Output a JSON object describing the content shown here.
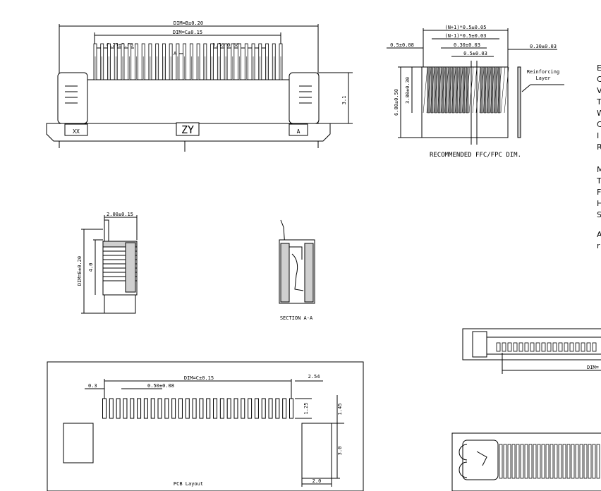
{
  "top_view": {
    "dim_b": "DIM=B±0.20",
    "dim_c": "DIM=C±0.15",
    "pitch_left": "0.20±0.03",
    "pitch_right": "0.50±0.08",
    "section_marker": "A",
    "height": "3.1",
    "label_left": "XX",
    "label_center": "ZY",
    "label_right": "A"
  },
  "ffc_dims": {
    "width_total": "(N+1)*0.5±0.05",
    "width_inner": "(N-1)*0.5±0.03",
    "left_margin": "0.5±0.08",
    "contact_w": "0.30±0.03",
    "pitch": "0.5±0.03",
    "right_margin": "0.30±0.03",
    "length": "6.00±0.50",
    "contact_len": "3.00±0.30",
    "reinforcing": "Reinforcing",
    "layer": "Layer",
    "caption": "RECOMMENDED FFC/FPC DIM."
  },
  "side_view": {
    "width": "2.00±0.15",
    "dim_e": "DIM=E±0.20",
    "height": "4.0"
  },
  "section": {
    "caption": "SECTION  A-A"
  },
  "pcb": {
    "dim_c": "DIM=C±0.15",
    "edge": "0.3",
    "pitch": "0.50±0.08",
    "right_w": "2.54",
    "pad_len": "1.25",
    "pad_span": "1.45",
    "pad_h": "3.0",
    "pad_w": "2.0",
    "caption": "PCB Layout"
  },
  "bottom_right": {
    "dim_partial": "DIM="
  },
  "side_letters": [
    "E",
    "C",
    "V",
    "T",
    "W",
    "C",
    "I",
    "R",
    "M",
    "T",
    "F",
    "H",
    "S",
    "A",
    "r"
  ],
  "pin_count": 28
}
